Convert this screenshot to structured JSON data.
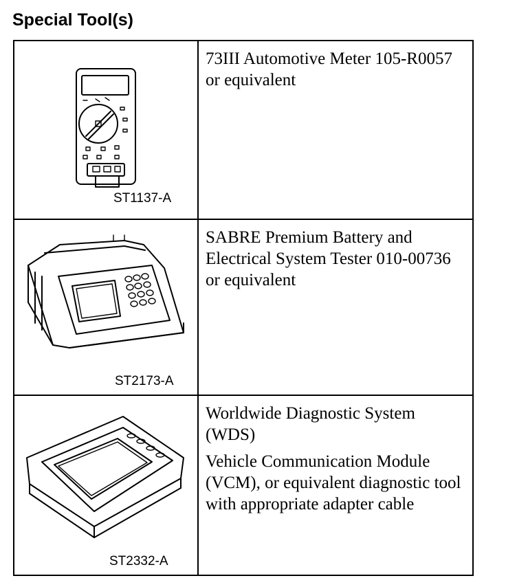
{
  "heading": "Special Tool(s)",
  "tools": [
    {
      "code": "ST1137-A",
      "icon": "automotive-meter-icon",
      "lines": [
        "73III Automotive Meter 105-R0057 or equivalent"
      ]
    },
    {
      "code": "ST2173-A",
      "icon": "battery-tester-icon",
      "lines": [
        "SABRE Premium Battery and Electrical System Tester 010-00736 or equivalent"
      ]
    },
    {
      "code": "ST2332-A",
      "icon": "diagnostic-system-icon",
      "lines": [
        "Worldwide Diagnostic System (WDS)",
        "Vehicle Communication Module (VCM), or equivalent diagnostic tool with appropriate adapter cable"
      ]
    }
  ]
}
